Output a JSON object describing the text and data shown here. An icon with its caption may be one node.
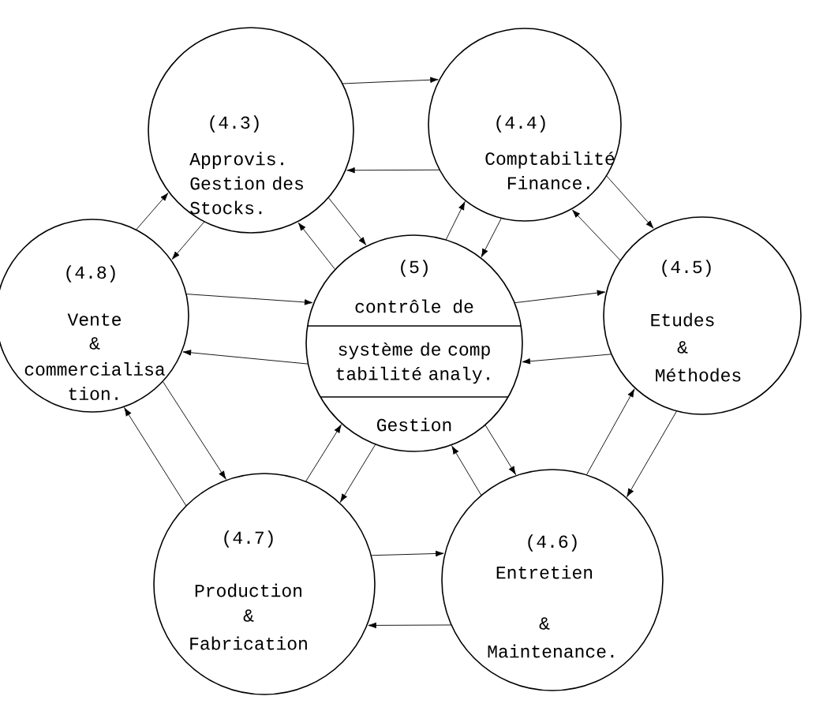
{
  "diagram": {
    "nodes": [
      {
        "text": [
          "(4.3)",
          "Approvis. Gestion des Stocks."
        ]
      },
      {
        "text": [
          "(4.4)",
          "Comptabilité Finance."
        ]
      },
      {
        "text": [
          "(4.8)",
          "Vente",
          "&",
          "commercialisa tion."
        ]
      },
      {
        "text": [
          "(5)",
          "contrôle de",
          "système de comp tabilité analy.",
          "Gestion"
        ]
      },
      {
        "text": [
          "(4.5)",
          "Etudes",
          "&",
          "Méthodes"
        ]
      },
      {
        "text": [
          "(4.7)",
          "Production",
          "&",
          "Fabrication"
        ]
      },
      {
        "text": [
          "(4.6)",
          "Entretien",
          "&",
          "Maintenance."
        ]
      }
    ],
    "edges": [
      {
        "from": 0,
        "to": 1,
        "arrow": "to"
      },
      {
        "from": 1,
        "to": 0,
        "arrow": "to"
      },
      {
        "from": 1,
        "to": 4,
        "arrow": "to"
      },
      {
        "from": 4,
        "to": 6,
        "arrow": "to"
      },
      {
        "from": 6,
        "to": 5,
        "arrow": "to"
      },
      {
        "from": 5,
        "to": 6,
        "arrow": "to"
      },
      {
        "from": 5,
        "to": 2,
        "arrow": "to"
      },
      {
        "from": 2,
        "to": 0,
        "arrow": "to"
      },
      {
        "from": 0,
        "to": 3,
        "arrow": "to"
      },
      {
        "from": 3,
        "to": 0,
        "arrow": "to"
      },
      {
        "from": 1,
        "to": 3,
        "arrow": "to"
      },
      {
        "from": 3,
        "to": 1,
        "arrow": "to"
      },
      {
        "from": 2,
        "to": 3,
        "arrow": "to"
      },
      {
        "from": 3,
        "to": 2,
        "arrow": "to"
      },
      {
        "from": 3,
        "to": 4,
        "arrow": "to"
      },
      {
        "from": 4,
        "to": 3,
        "arrow": "to"
      },
      {
        "from": 3,
        "to": 6,
        "arrow": "to"
      },
      {
        "from": 6,
        "to": 3,
        "arrow": "to"
      },
      {
        "from": 6,
        "to": 4,
        "arrow": "to"
      },
      {
        "from": 4,
        "to": 1,
        "arrow": "to"
      },
      {
        "from": 5,
        "to": 3,
        "arrow": "to"
      },
      {
        "from": 3,
        "to": 5,
        "arrow": "to"
      },
      {
        "from": 2,
        "to": 5,
        "arrow": "to"
      },
      {
        "from": 0,
        "to": 2,
        "arrow": "to"
      }
    ]
  }
}
